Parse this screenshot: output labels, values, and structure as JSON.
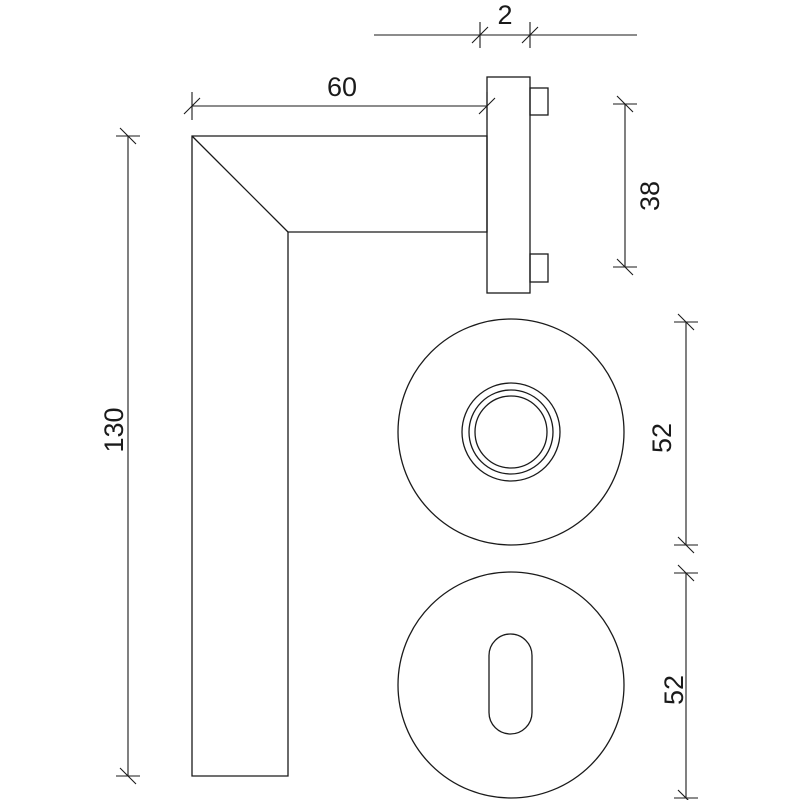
{
  "dimensions": {
    "rosette_thickness": "2",
    "lever_projection": "60",
    "lever_length": "130",
    "rose_height": "38",
    "rosette_diameter_upper": "52",
    "rosette_diameter_lower": "52"
  }
}
